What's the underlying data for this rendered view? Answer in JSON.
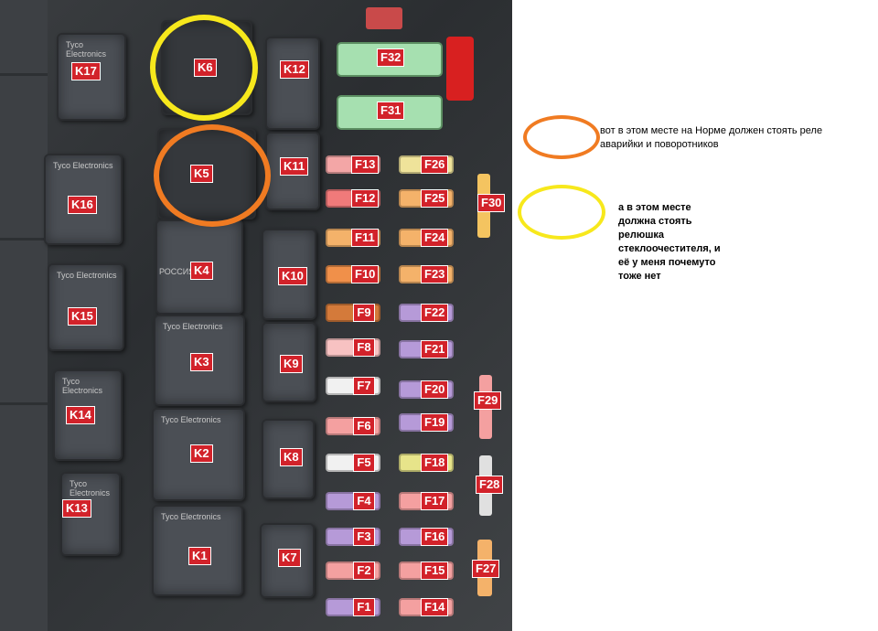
{
  "relays": {
    "K1": "K1",
    "K2": "K2",
    "K3": "K3",
    "K4": "K4",
    "K5": "K5",
    "K6": "K6",
    "K7": "K7",
    "K8": "K8",
    "K9": "K9",
    "K10": "K10",
    "K11": "K11",
    "K12": "K12",
    "K13": "K13",
    "K14": "K14",
    "K15": "K15",
    "K16": "K16",
    "K17": "K17"
  },
  "fuses": {
    "F1": "F1",
    "F2": "F2",
    "F3": "F3",
    "F4": "F4",
    "F5": "F5",
    "F6": "F6",
    "F7": "F7",
    "F8": "F8",
    "F9": "F9",
    "F10": "F10",
    "F11": "F11",
    "F12": "F12",
    "F13": "F13",
    "F14": "F14",
    "F15": "F15",
    "F16": "F16",
    "F17": "F17",
    "F18": "F18",
    "F19": "F19",
    "F20": "F20",
    "F21": "F21",
    "F22": "F22",
    "F23": "F23",
    "F24": "F24",
    "F25": "F25",
    "F26": "F26",
    "F27": "F27",
    "F28": "F28",
    "F29": "F29",
    "F30": "F30",
    "F31": "F31",
    "F32": "F32"
  },
  "brand": "Tyco Electronics",
  "k4_text": "РОССИЯ",
  "annotations": {
    "orange_note": "вот в этом месте на Норме должен стоять реле аварийки и поворотников",
    "yellow_note": "а в этом месте должна стоять релюшка стеклоочестителя, и её у меня почемуто тоже нет"
  },
  "colors": {
    "label_red": "#d2222a",
    "orange_ring": "#f07b22",
    "yellow_ring": "#f7e81c"
  }
}
